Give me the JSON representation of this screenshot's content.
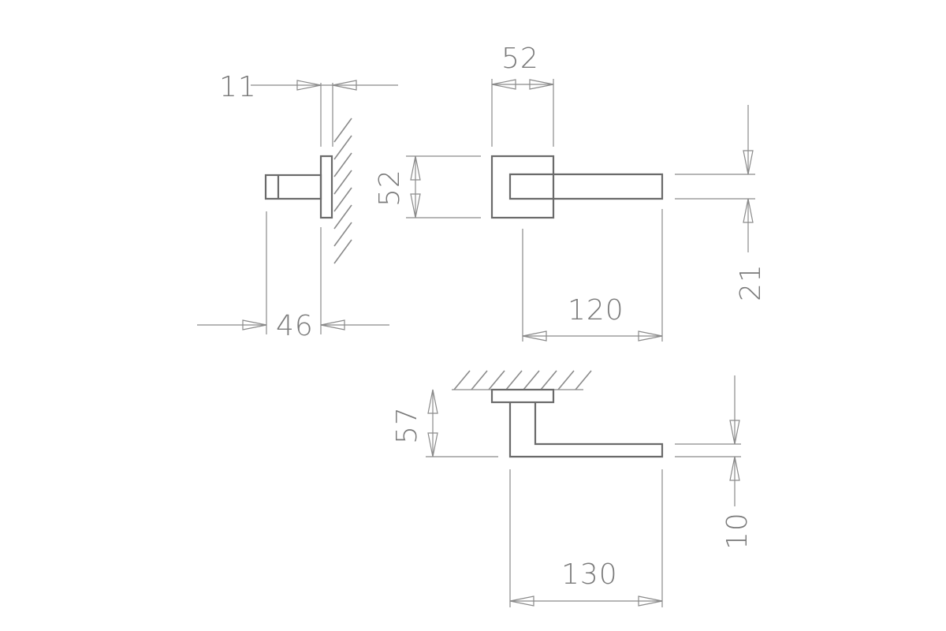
{
  "dimensions": {
    "side_view": {
      "flange_thickness": "11",
      "projection": "46"
    },
    "front_view": {
      "rose_width": "52",
      "rose_height": "52",
      "lever_length": "120",
      "lever_height": "21"
    },
    "top_view": {
      "depth": "57",
      "lever_length": "130",
      "lever_thickness": "10"
    }
  }
}
